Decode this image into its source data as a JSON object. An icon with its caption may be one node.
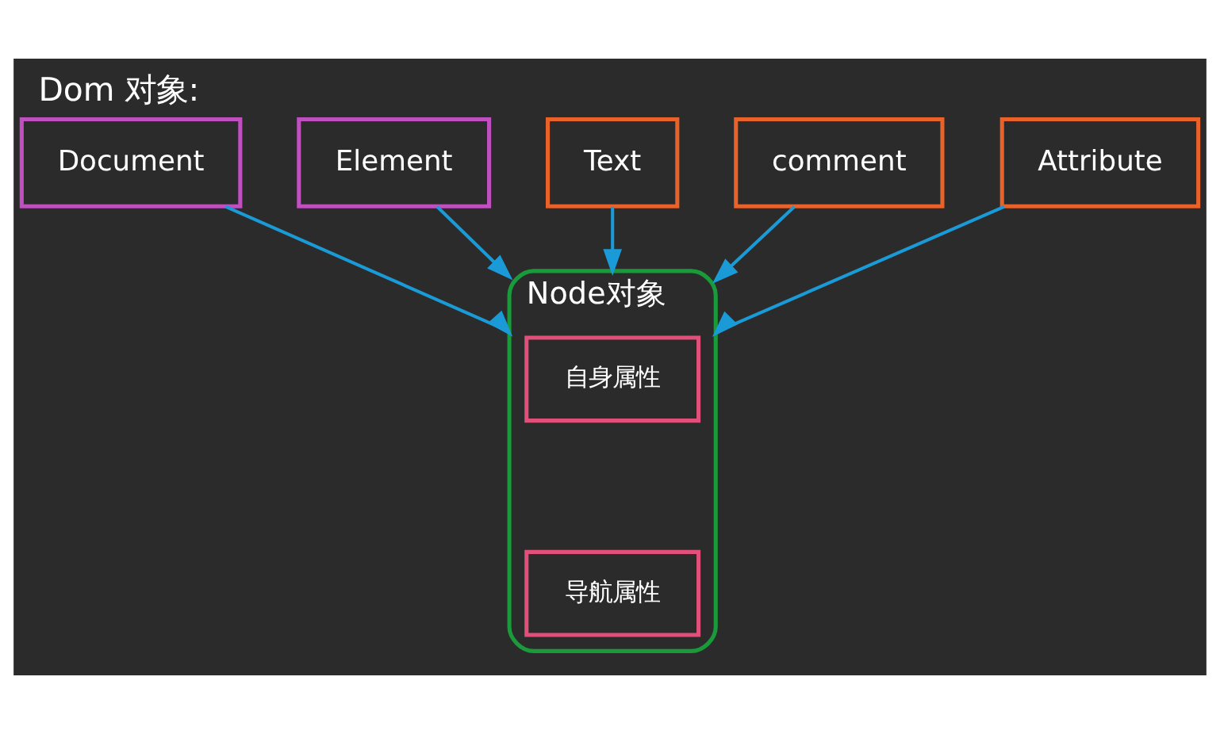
{
  "diagram": {
    "title": "Dom 对象:",
    "nodes": [
      {
        "text": [
          "Document"
        ]
      },
      {
        "text": [
          "Element"
        ]
      },
      {
        "text": [
          "Text"
        ]
      },
      {
        "text": [
          "comment"
        ]
      },
      {
        "text": [
          "Attribute"
        ]
      },
      {
        "text": [
          "Node对象"
        ]
      },
      {
        "text": [
          "自身属性"
        ],
        "in": 5
      },
      {
        "text": [
          "导航属性"
        ],
        "in": 5
      }
    ],
    "edges": [
      {
        "from": 0,
        "to": 5,
        "arrow": "to"
      },
      {
        "from": 1,
        "to": 5,
        "arrow": "to"
      },
      {
        "from": 2,
        "to": 5,
        "arrow": "to"
      },
      {
        "from": 3,
        "to": 5,
        "arrow": "to"
      },
      {
        "from": 4,
        "to": 5,
        "arrow": "to"
      }
    ]
  }
}
